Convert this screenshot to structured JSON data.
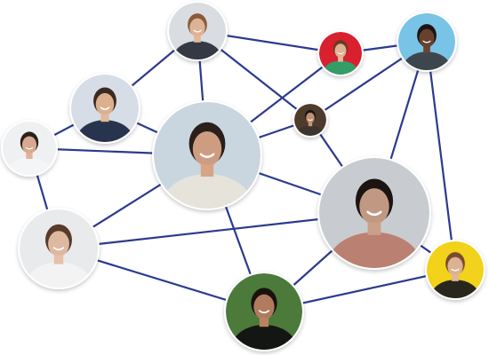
{
  "network": {
    "nodes": [
      {
        "id": "n1",
        "role": "woman-long-hair",
        "bg": "#d9dde2",
        "skin": "#e3b89a",
        "hair": "#8a5a3a",
        "shirt": "#2b2f3a"
      },
      {
        "id": "n2",
        "role": "woman-green-top",
        "bg": "#d8202f",
        "skin": "#e7b79b",
        "hair": "#6b3a22",
        "shirt": "#2aa36a"
      },
      {
        "id": "n3",
        "role": "woman-curly-hair",
        "bg": "#79c3e6",
        "skin": "#6b4330",
        "hair": "#1c1412",
        "shirt": "#3b3f45"
      },
      {
        "id": "n4",
        "role": "businessmen-pair",
        "bg": "#d6dde6",
        "skin": "#e4b796",
        "hair": "#3a2a22",
        "shirt": "#1f2a44"
      },
      {
        "id": "n5",
        "role": "man-small-glasses",
        "bg": "#4f3b2c",
        "skin": "#c9977a",
        "hair": "#1d1512",
        "shirt": "#3c3530"
      },
      {
        "id": "n6",
        "role": "man-headset",
        "bg": "#eef0f2",
        "skin": "#e2b196",
        "hair": "#2a211c",
        "shirt": "#f3f4f6"
      },
      {
        "id": "n7",
        "role": "man-framing-hands",
        "bg": "#c9d6df",
        "skin": "#d7a487",
        "hair": "#2a1f1a",
        "shirt": "#e8e4da"
      },
      {
        "id": "n8",
        "role": "man-thumbs-up",
        "bg": "#c8ccd0",
        "skin": "#caa089",
        "hair": "#1b1412",
        "shirt": "#b97b6c"
      },
      {
        "id": "n9",
        "role": "woman-smiling",
        "bg": "#e8eaec",
        "skin": "#e6c0a8",
        "hair": "#5a3a2a",
        "shirt": "#f3f3f3"
      },
      {
        "id": "n10",
        "role": "woman-yellow-bg",
        "bg": "#f2d21a",
        "skin": "#e2b798",
        "hair": "#7a4b2d",
        "shirt": "#1e1e1e"
      },
      {
        "id": "n11",
        "role": "man-green-bg",
        "bg": "#4b7a3a",
        "skin": "#b98263",
        "hair": "#1a120e",
        "shirt": "#111111"
      }
    ],
    "edges": [
      [
        "n1",
        "n2"
      ],
      [
        "n1",
        "n4"
      ],
      [
        "n1",
        "n7"
      ],
      [
        "n1",
        "n5"
      ],
      [
        "n2",
        "n3"
      ],
      [
        "n2",
        "n7"
      ],
      [
        "n3",
        "n5"
      ],
      [
        "n3",
        "n8"
      ],
      [
        "n3",
        "n10"
      ],
      [
        "n4",
        "n6"
      ],
      [
        "n4",
        "n7"
      ],
      [
        "n5",
        "n7"
      ],
      [
        "n5",
        "n8"
      ],
      [
        "n6",
        "n7"
      ],
      [
        "n6",
        "n9"
      ],
      [
        "n7",
        "n9"
      ],
      [
        "n7",
        "n8"
      ],
      [
        "n7",
        "n11"
      ],
      [
        "n8",
        "n9"
      ],
      [
        "n8",
        "n11"
      ],
      [
        "n8",
        "n10"
      ],
      [
        "n9",
        "n11"
      ],
      [
        "n10",
        "n11"
      ]
    ]
  }
}
